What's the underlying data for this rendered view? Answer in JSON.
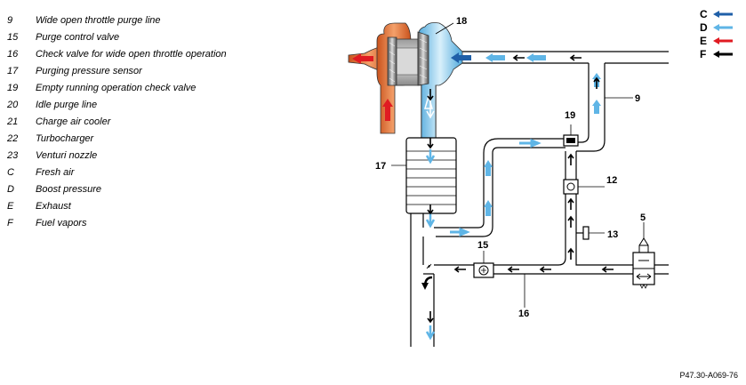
{
  "legend": [
    {
      "code": "9",
      "text": "Wide open throttle purge line"
    },
    {
      "code": "15",
      "text": "Purge control valve"
    },
    {
      "code": "16",
      "text": "Check valve for wide open throttle operation"
    },
    {
      "code": "17",
      "text": "Purging pressure sensor"
    },
    {
      "code": "19",
      "text": "Empty running operation check valve"
    },
    {
      "code": "20",
      "text": "Idle purge line"
    },
    {
      "code": "21",
      "text": "Charge air cooler"
    },
    {
      "code": "22",
      "text": "Turbocharger"
    },
    {
      "code": "23",
      "text": "Venturi nozzle"
    },
    {
      "code": "C",
      "text": "Fresh air"
    },
    {
      "code": "D",
      "text": "Boost pressure"
    },
    {
      "code": "E",
      "text": "Exhaust"
    },
    {
      "code": "F",
      "text": "Fuel vapors"
    }
  ],
  "callouts": {
    "c18": "18",
    "c9": "9",
    "c19": "19",
    "c17": "17",
    "c12": "12",
    "c5": "5",
    "c13": "13",
    "c15": "15",
    "c16": "16"
  },
  "arrow_key": [
    {
      "code": "C",
      "color": "#1f5fa8"
    },
    {
      "code": "D",
      "color": "#5fb5e6"
    },
    {
      "code": "E",
      "color": "#e01b22"
    },
    {
      "code": "F",
      "color": "#000000"
    }
  ],
  "figure_ref": "P47.30-A069-76"
}
